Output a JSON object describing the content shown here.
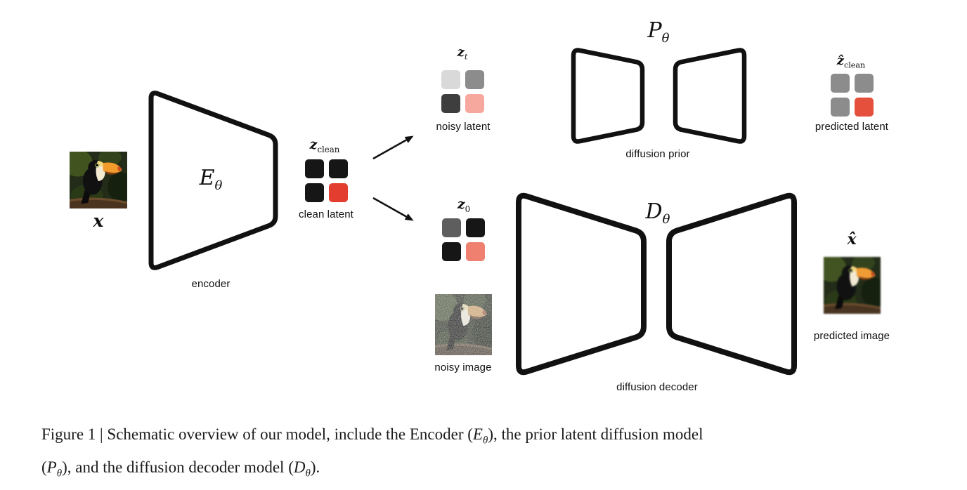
{
  "figure": {
    "input": {
      "label": "x"
    },
    "encoder": {
      "symbol": "E",
      "symbol_sub": "θ",
      "caption": "encoder"
    },
    "clean_latent": {
      "label": "z",
      "label_sub": "clean",
      "caption": "clean latent",
      "colors": [
        "#161616",
        "#161616",
        "#161616",
        "#e23d2e"
      ]
    },
    "noisy_latent": {
      "label": "z",
      "label_sub": "t",
      "caption": "noisy latent",
      "colors": [
        "#d9d9d9",
        "#8c8c8c",
        "#3e3e3e",
        "#f6a89e"
      ]
    },
    "prior": {
      "symbol": "P",
      "symbol_sub": "θ",
      "caption": "diffusion prior"
    },
    "predicted_latent": {
      "label": "ẑ",
      "label_sub": "clean",
      "caption": "predicted latent",
      "colors": [
        "#8c8c8c",
        "#8c8c8c",
        "#8c8c8c",
        "#e4503c"
      ]
    },
    "z0": {
      "label": "z",
      "label_sub": "0",
      "colors": [
        "#5e5e5e",
        "#161616",
        "#161616",
        "#ef8070"
      ]
    },
    "noisy_image": {
      "caption": "noisy image"
    },
    "decoder": {
      "symbol": "D",
      "symbol_sub": "θ",
      "caption": "diffusion decoder"
    },
    "predicted_image": {
      "label": "x̂",
      "caption": "predicted image"
    }
  },
  "caption": {
    "line1": {
      "t1": "Figure 1 | Schematic overview of our model, include the Encoder (",
      "m1": "E",
      "s1": "θ",
      "t2": "), the prior latent diffusion model"
    },
    "line2": {
      "t1": "(",
      "m1": "P",
      "s1": "θ",
      "t2": "), and the diffusion decoder model (",
      "m2": "D",
      "s2": "θ",
      "t3": ")."
    }
  }
}
